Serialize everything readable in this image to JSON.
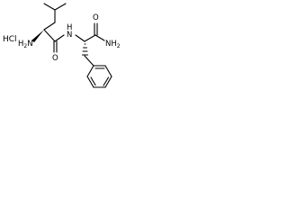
{
  "salt": {
    "label": "HCl"
  },
  "atoms": {
    "amine_n": "H2N",
    "amine_n_prefix": "H",
    "amine_n_sub": "2",
    "amine_n_suffix": "N",
    "amide_n": "N",
    "amide_h": "H",
    "carbonyl_o1": "O",
    "carbonyl_o2": "O",
    "amide_nh2": "NH2",
    "amide_nh2_prefix": "NH",
    "amide_nh2_sub": "2"
  },
  "colors": {
    "ink": "#000000",
    "background": "#ffffff"
  }
}
